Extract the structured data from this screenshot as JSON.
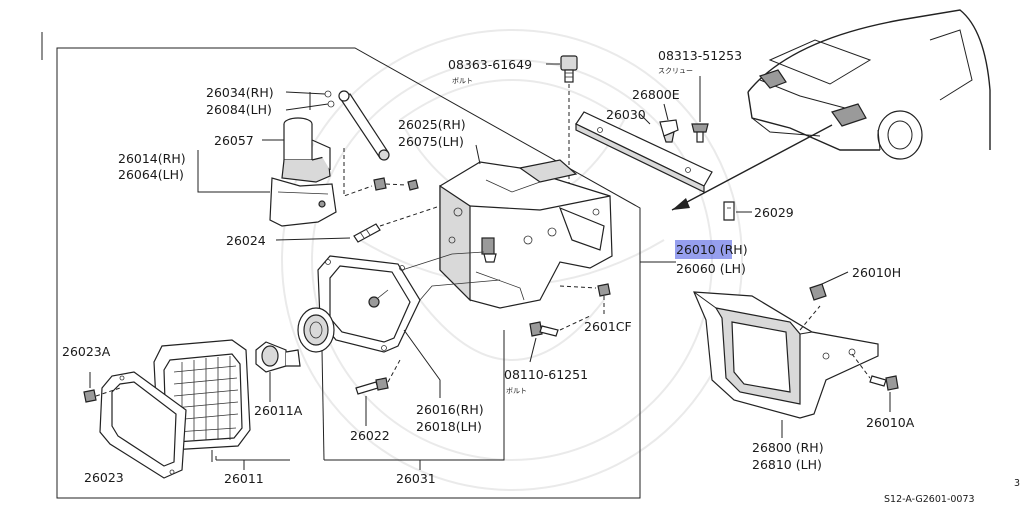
{
  "labels": {
    "b08363": "08363-61649",
    "bolt_kana": "ボルト",
    "s08313": "08313-51253",
    "screw_kana": "スクリュー",
    "p26800e": "26800E",
    "p26030": "26030",
    "p26029": "26029",
    "p26010": "26010 (RH)",
    "p26060": "26060 (LH)",
    "p26034": "26034(RH)",
    "p26084": "26084(LH)",
    "p26057": "26057",
    "p26014": "26014(RH)",
    "p26064": "26064(LH)",
    "p26025": "26025(RH)",
    "p26075": "26075(LH)",
    "p26024": "26024",
    "p2601cf": "2601CF",
    "b08110": "08110-61251",
    "p26023a": "26023A",
    "p26011a": "26011A",
    "p26016": "26016(RH)",
    "p26018": "26018(LH)",
    "p26022": "26022",
    "p26023": "26023",
    "p26011": "26011",
    "p26031": "26031",
    "p26010h": "26010H",
    "p26010a": "26010A",
    "p26800": "26800 (RH)",
    "p26810": "26810 (LH)",
    "code": "S12-A-G2601-0073",
    "edge_mark": "3"
  },
  "colors": {
    "line": "#222222",
    "highlight": "#3f51e0",
    "background": "#ffffff"
  }
}
